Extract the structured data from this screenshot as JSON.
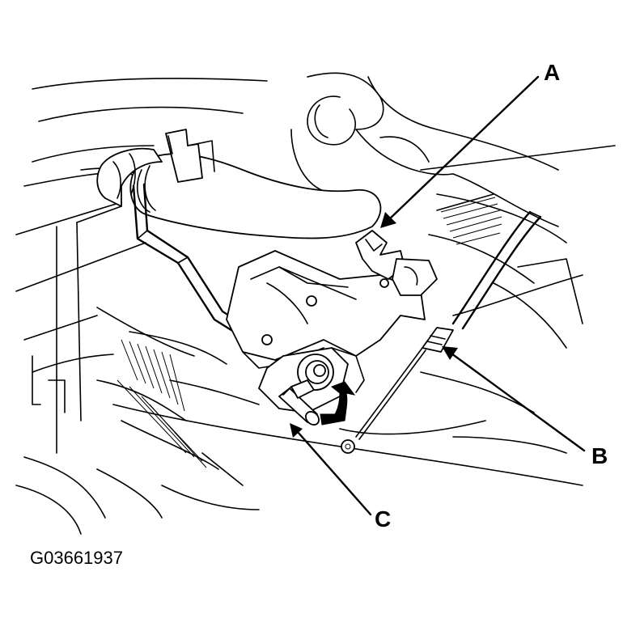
{
  "figure": {
    "labels": {
      "a": "A",
      "b": "B",
      "c": "C"
    },
    "figure_code": "G03661937"
  },
  "colors": {
    "ink": "#000000",
    "paper": "#ffffff"
  }
}
